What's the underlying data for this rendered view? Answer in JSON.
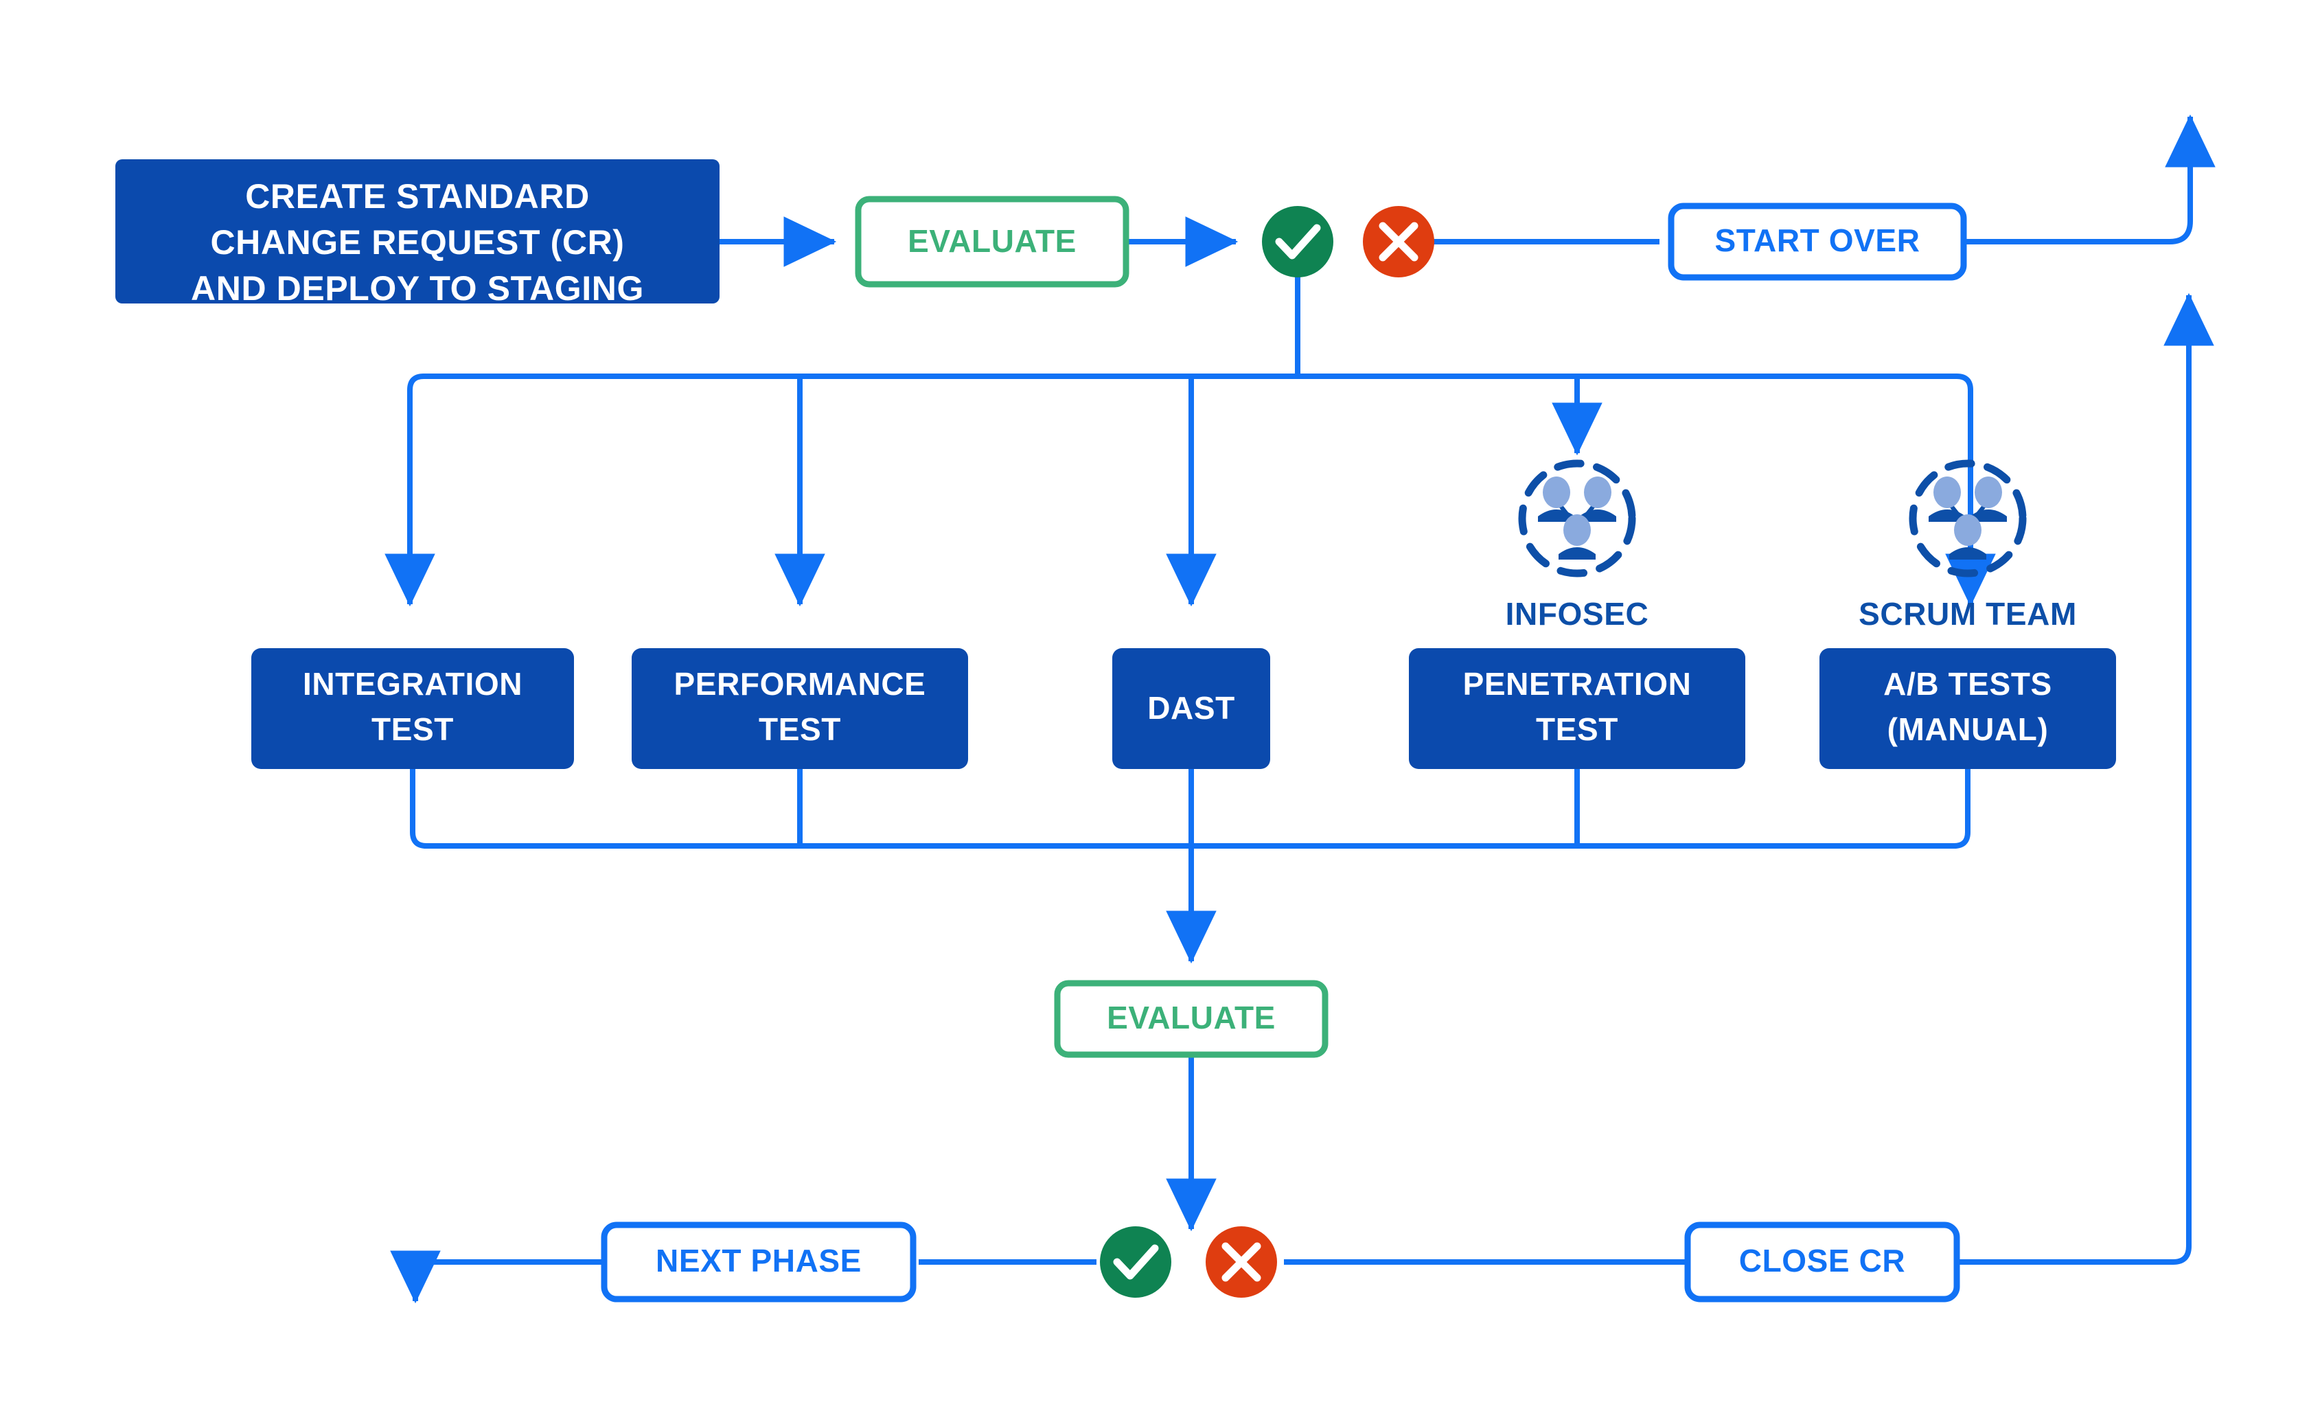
{
  "diagram": {
    "title": "Standard change request deployment and test flow",
    "colors": {
      "process_fill": "#0b4aad",
      "process_text": "#ffffff",
      "connector_blue": "#1172f5",
      "evaluate_green": "#3cb179",
      "success_green": "#0f8352",
      "fail_red": "#df3d10",
      "team_label_blue": "#0d4fa8",
      "person_head": "#8aaade",
      "background": "#ffffff"
    },
    "nodes": {
      "create_cr": {
        "kind": "process",
        "lines": [
          "CREATE STANDARD",
          "CHANGE REQUEST (CR)",
          "AND DEPLOY TO STAGING"
        ]
      },
      "evaluate_top": {
        "kind": "decision",
        "label": "EVALUATE"
      },
      "start_over": {
        "kind": "outcome",
        "label": "START OVER"
      },
      "integration_test": {
        "kind": "process",
        "lines": [
          "INTEGRATION",
          "TEST"
        ]
      },
      "performance_test": {
        "kind": "process",
        "lines": [
          "PERFORMANCE",
          "TEST"
        ]
      },
      "dast": {
        "kind": "process",
        "lines": [
          "DAST"
        ]
      },
      "penetration_test": {
        "kind": "process",
        "lines": [
          "PENETRATION",
          "TEST"
        ]
      },
      "ab_tests": {
        "kind": "process",
        "lines": [
          "A/B TESTS",
          "(MANUAL)"
        ]
      },
      "evaluate_bottom": {
        "kind": "decision",
        "label": "EVALUATE"
      },
      "next_phase": {
        "kind": "outcome",
        "label": "NEXT PHASE"
      },
      "close_cr": {
        "kind": "outcome",
        "label": "CLOSE CR"
      }
    },
    "actors": [
      {
        "id": "infosec",
        "label": "INFOSEC",
        "icon": "team-people-icon"
      },
      {
        "id": "scrum_team",
        "label": "SCRUM TEAM",
        "icon": "team-people-icon"
      }
    ],
    "gates": [
      {
        "id": "gate-top-pass",
        "icon": "check-circle-icon",
        "meaning": "pass"
      },
      {
        "id": "gate-top-fail",
        "icon": "cross-circle-icon",
        "meaning": "fail"
      },
      {
        "id": "gate-bottom-pass",
        "icon": "check-circle-icon",
        "meaning": "pass"
      },
      {
        "id": "gate-bottom-fail",
        "icon": "cross-circle-icon",
        "meaning": "fail"
      }
    ]
  }
}
